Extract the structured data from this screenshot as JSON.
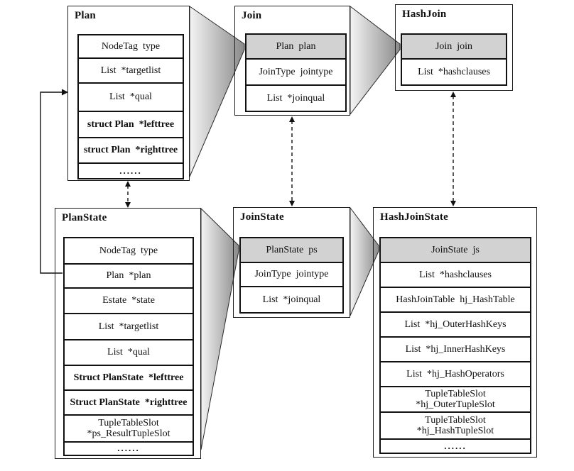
{
  "colors": {
    "shaded_row": "#d2d2d2",
    "wedge_dark": "#8a8a8a",
    "wedge_light": "#f4f4f4",
    "border": "#111111"
  },
  "boxes": {
    "plan": {
      "title": "Plan",
      "rows": [
        "NodeTag  type",
        "List  *targetlist",
        "List  *qual",
        "struct Plan  *lefttree",
        "struct Plan  *righttree",
        "......"
      ]
    },
    "join": {
      "title": "Join",
      "rows": [
        "Plan  plan",
        "JoinType  jointype",
        "List  *joinqual"
      ]
    },
    "hashjoin": {
      "title": "HashJoin",
      "rows": [
        "Join  join",
        "List  *hashclauses"
      ]
    },
    "planstate": {
      "title": "PlanState",
      "rows": [
        "NodeTag  type",
        "Plan  *plan",
        "Estate  *state",
        "List  *targetlist",
        "List  *qual",
        "Struct PlanState  *lefttree",
        "Struct PlanState  *righttree",
        "TupleTableSlot\n*ps_ResultTupleSlot",
        "......"
      ]
    },
    "joinstate": {
      "title": "JoinState",
      "rows": [
        "PlanState  ps",
        "JoinType  jointype",
        "List  *joinqual"
      ]
    },
    "hashjoinstate": {
      "title": "HashJoinState",
      "rows": [
        "JoinState  js",
        "List  *hashclauses",
        "HashJoinTable  hj_HashTable",
        "List  *hj_OuterHashKeys",
        "List  *hj_InnerHashKeys",
        "List  *hj_HashOperators",
        "TupleTableSlot\n*hj_OuterTupleSlot",
        "TupleTableSlot\n*hj_HashTupleSlot",
        "......"
      ]
    }
  }
}
